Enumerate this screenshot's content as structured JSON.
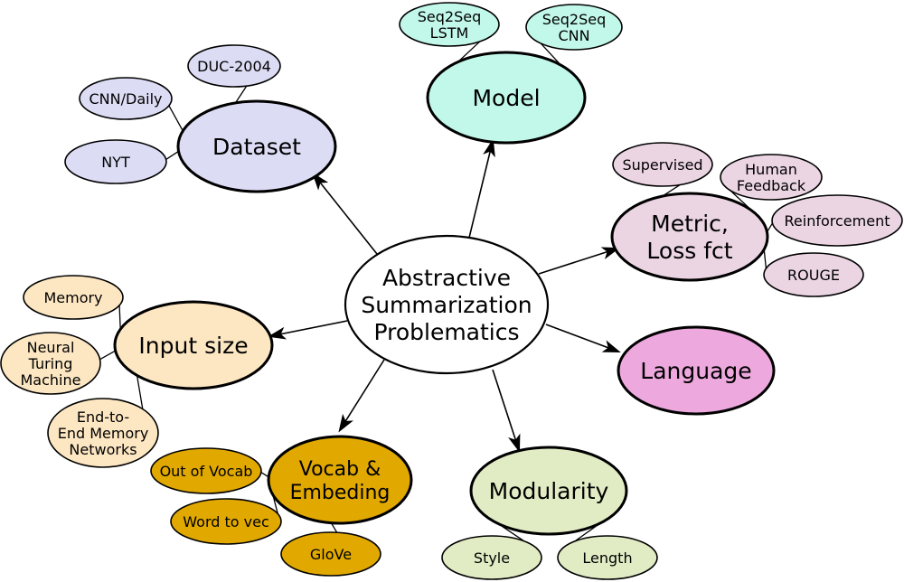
{
  "center": {
    "lines": [
      "Abstractive",
      "Summarization",
      "Problematics"
    ],
    "fill": "#ffffff"
  },
  "categories": [
    {
      "id": "dataset",
      "lines": [
        "Dataset"
      ],
      "fill": "#dcdcf5",
      "children": [
        {
          "lines": [
            "DUC-2004"
          ]
        },
        {
          "lines": [
            "CNN/Daily"
          ]
        },
        {
          "lines": [
            "NYT"
          ]
        }
      ]
    },
    {
      "id": "model",
      "lines": [
        "Model"
      ],
      "fill": "#c2f8ea",
      "children": [
        {
          "lines": [
            "Seq2Seq",
            "LSTM"
          ]
        },
        {
          "lines": [
            "Seq2Seq",
            "CNN"
          ]
        }
      ]
    },
    {
      "id": "metric",
      "lines": [
        "Metric,",
        "Loss fct"
      ],
      "fill": "#ebd5e3",
      "children": [
        {
          "lines": [
            "Supervised"
          ]
        },
        {
          "lines": [
            "Human",
            "Feedback"
          ]
        },
        {
          "lines": [
            "Reinforcement"
          ]
        },
        {
          "lines": [
            "ROUGE"
          ]
        }
      ]
    },
    {
      "id": "language",
      "lines": [
        "Language"
      ],
      "fill": "#eda9de",
      "children": []
    },
    {
      "id": "modularity",
      "lines": [
        "Modularity"
      ],
      "fill": "#e1ecc4",
      "children": [
        {
          "lines": [
            "Style"
          ]
        },
        {
          "lines": [
            "Length"
          ]
        }
      ]
    },
    {
      "id": "vocab",
      "lines": [
        "Vocab &",
        "Embeding"
      ],
      "fill": "#e1a900",
      "children": [
        {
          "lines": [
            "Out of Vocab"
          ]
        },
        {
          "lines": [
            "Word to vec"
          ]
        },
        {
          "lines": [
            "GloVe"
          ]
        }
      ]
    },
    {
      "id": "input-size",
      "lines": [
        "Input size"
      ],
      "fill": "#fde7c3",
      "children": [
        {
          "lines": [
            "Memory"
          ]
        },
        {
          "lines": [
            "Neural",
            "Turing",
            "Machine"
          ]
        },
        {
          "lines": [
            "End-to-",
            "End Memory",
            "Networks"
          ]
        }
      ]
    }
  ]
}
